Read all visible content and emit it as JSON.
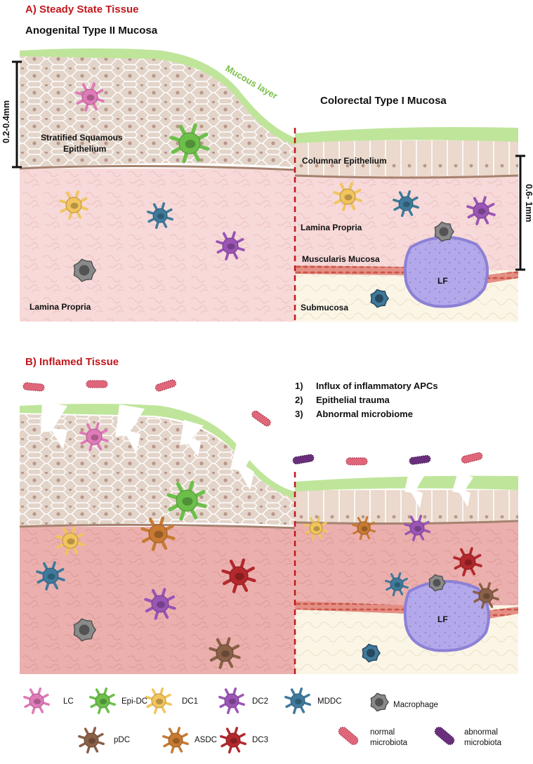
{
  "panel_a": {
    "title": "A) Steady State Tissue",
    "left_title": "Anogenital Type II Mucosa",
    "right_title": "Colorectal Type I Mucosa",
    "mucous_layer": "Mucous layer",
    "scale_left": "0.2-0.4mm",
    "scale_right": "0.6- 1mm",
    "stratified_line1": "Stratified Squamous",
    "stratified_line2": "Epithelium",
    "columnar": "Columnar Epithelium",
    "lamina_propria_left": "Lamina Propria",
    "lamina_propria_right": "Lamina Propria",
    "muscularis": "Muscularis Mucosa",
    "submucosa": "Submucosa",
    "lf": "LF"
  },
  "panel_b": {
    "title": "B) Inflamed Tissue",
    "points": [
      {
        "num": "1)",
        "text": "Influx of inflammatory APCs"
      },
      {
        "num": "2)",
        "text": "Epithelial trauma"
      },
      {
        "num": "3)",
        "text": "Abnormal microbiome"
      }
    ],
    "lf": "LF"
  },
  "legend": {
    "lc": "LC",
    "epi_dc": "Epi-DC",
    "dc1": "DC1",
    "dc2": "DC2",
    "mddc": "MDDC",
    "macrophage": "Macrophage",
    "pdc": "pDC",
    "asdc": "ASDC",
    "dc3": "DC3",
    "normal_line1": "normal",
    "normal_line2": "microbiota",
    "abnormal_line1": "abnormal",
    "abnormal_line2": "microbiota"
  },
  "colors": {
    "title_red": "#c0181c",
    "lc": "#e07ab8",
    "epi_dc": "#6cc04a",
    "dc1": "#f2c45c",
    "dc2": "#9b55b5",
    "mddc": "#3f7a9c",
    "macrophage": "#8a8a8a",
    "pdc": "#8a6048",
    "asdc": "#c87a32",
    "dc3": "#b3282c",
    "normal_microbiota": "#e0667a",
    "abnormal_microbiota": "#6a2f7c",
    "lf": "#a99ee2",
    "mucus": "#bfe59a",
    "divider": "#c0181c"
  }
}
